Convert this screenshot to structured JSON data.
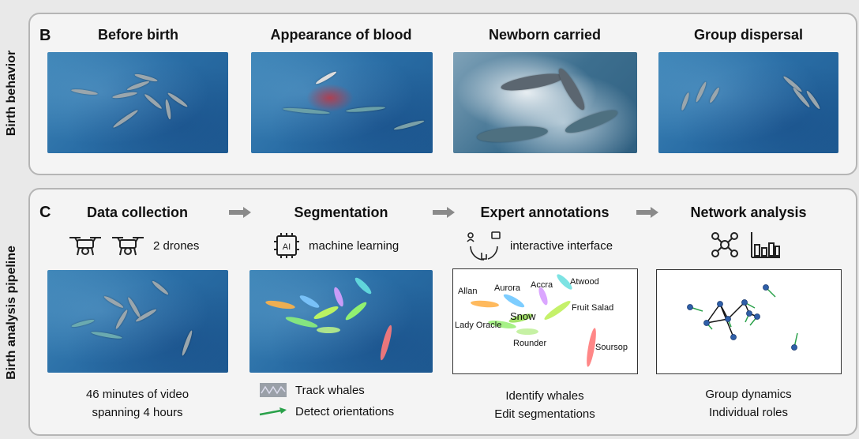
{
  "panel_b": {
    "letter": "B",
    "side_label": "Birth behavior",
    "columns": [
      {
        "title": "Before birth"
      },
      {
        "title": "Appearance of blood"
      },
      {
        "title": "Newborn carried"
      },
      {
        "title": "Group dispersal"
      }
    ]
  },
  "panel_c": {
    "letter": "C",
    "side_label": "Birth analysis pipeline",
    "columns": [
      {
        "title": "Data collection",
        "sub": "2 drones",
        "caption": [
          "46 minutes of video",
          "spanning 4 hours"
        ]
      },
      {
        "title": "Segmentation",
        "sub": "machine learning"
      },
      {
        "title": "Expert annotations",
        "sub": "interactive interface",
        "caption": [
          "Identify whales",
          "Edit segmentations"
        ]
      },
      {
        "title": "Network analysis",
        "caption": [
          "Group dynamics",
          "Individual roles"
        ]
      }
    ],
    "segmentation_legend": [
      "Track whales",
      "Detect orientations"
    ],
    "whale_names": [
      "Allan",
      "Aurora",
      "Accra",
      "Atwood",
      "Fruit Salad",
      "Snow",
      "Lady Oracle",
      "Rounder",
      "Soursop"
    ]
  },
  "colors": {
    "arrow": "#8a8a8a",
    "orientation_arrow": "#2aa14a",
    "node": "#2f5fa8"
  }
}
